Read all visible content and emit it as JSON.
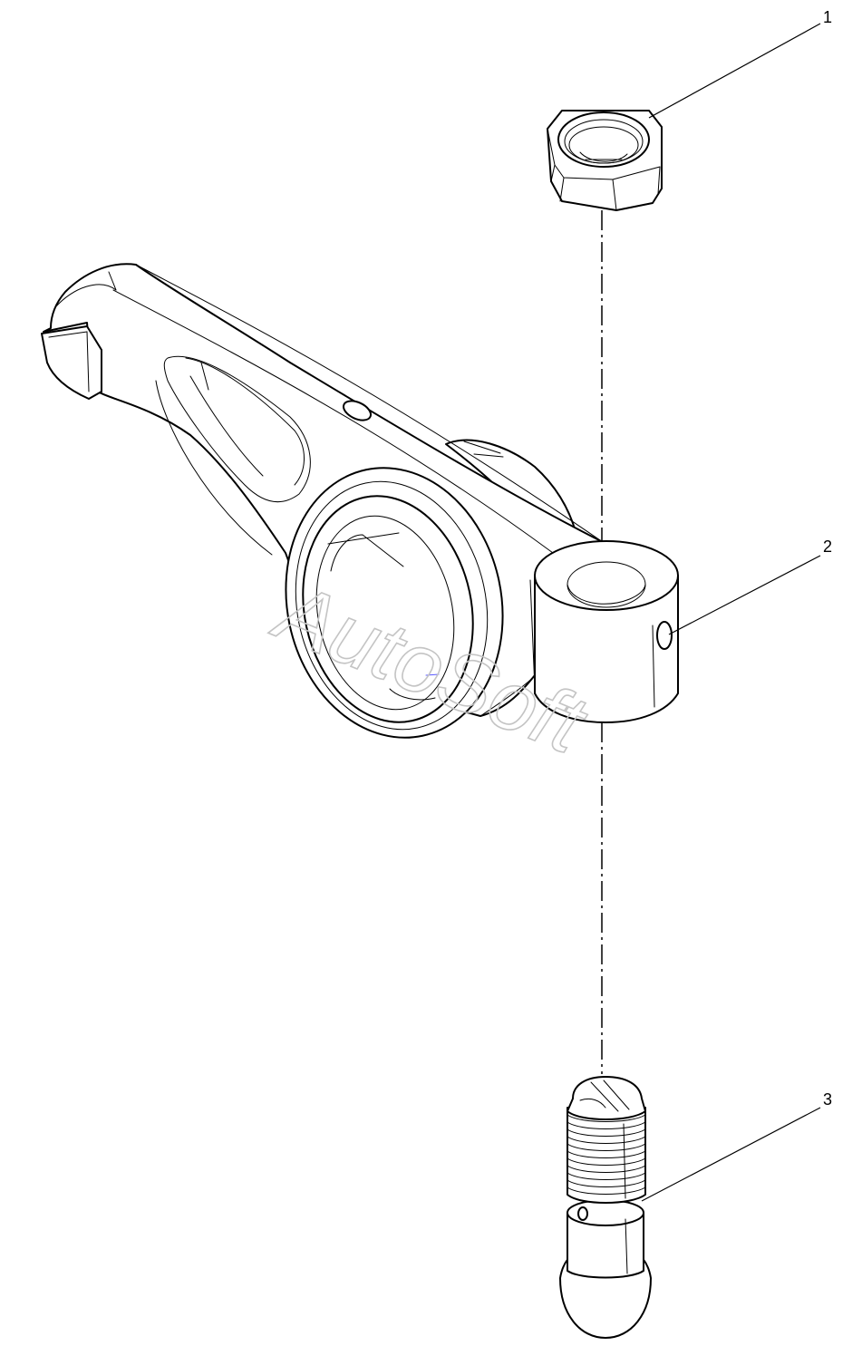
{
  "callouts": [
    {
      "id": "1",
      "label": "1"
    },
    {
      "id": "2",
      "label": "2"
    },
    {
      "id": "3",
      "label": "3"
    }
  ],
  "watermark": "AutoSoft"
}
